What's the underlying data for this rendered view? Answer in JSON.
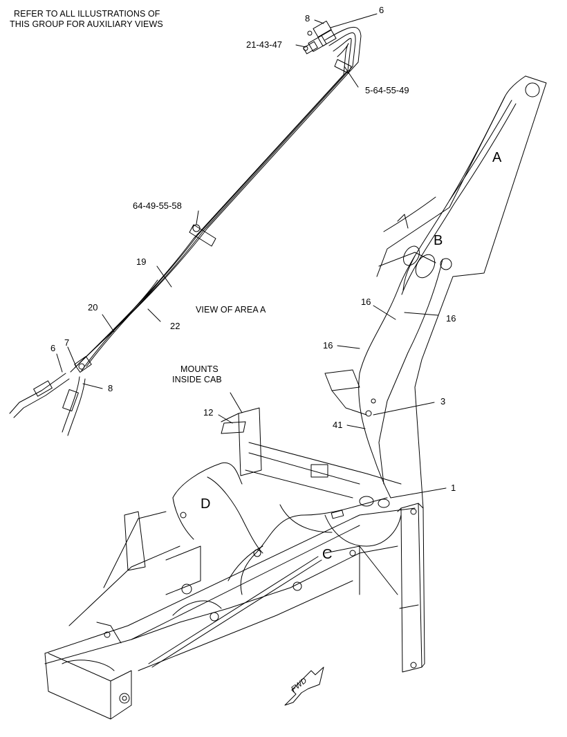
{
  "notes": {
    "refer_line1": "REFER TO ALL ILLUSTRATIONS OF",
    "refer_line2": "THIS GROUP FOR AUXILIARY VIEWS",
    "view_label": "VIEW OF AREA  A",
    "mounts_line1": "MOUNTS",
    "mounts_line2": "INSIDE CAB"
  },
  "callouts": {
    "c8_top": "8",
    "c6_top": "6",
    "c21_43_47": "21-43-47",
    "c5_64_55_49": "5-64-55-49",
    "c64_49_55_58": "64-49-55-58",
    "c19": "19",
    "c20": "20",
    "c22": "22",
    "c6_left": "6",
    "c7": "7",
    "c8_left": "8",
    "c16_a": "16",
    "c16_b": "16",
    "c16_c": "16",
    "c3": "3",
    "c41": "41",
    "c1": "1",
    "c12": "12"
  },
  "areas": {
    "A": "A",
    "B": "B",
    "C": "C",
    "D": "D"
  },
  "fwd": "FWD",
  "colors": {
    "line": "#000000",
    "background": "#ffffff"
  }
}
